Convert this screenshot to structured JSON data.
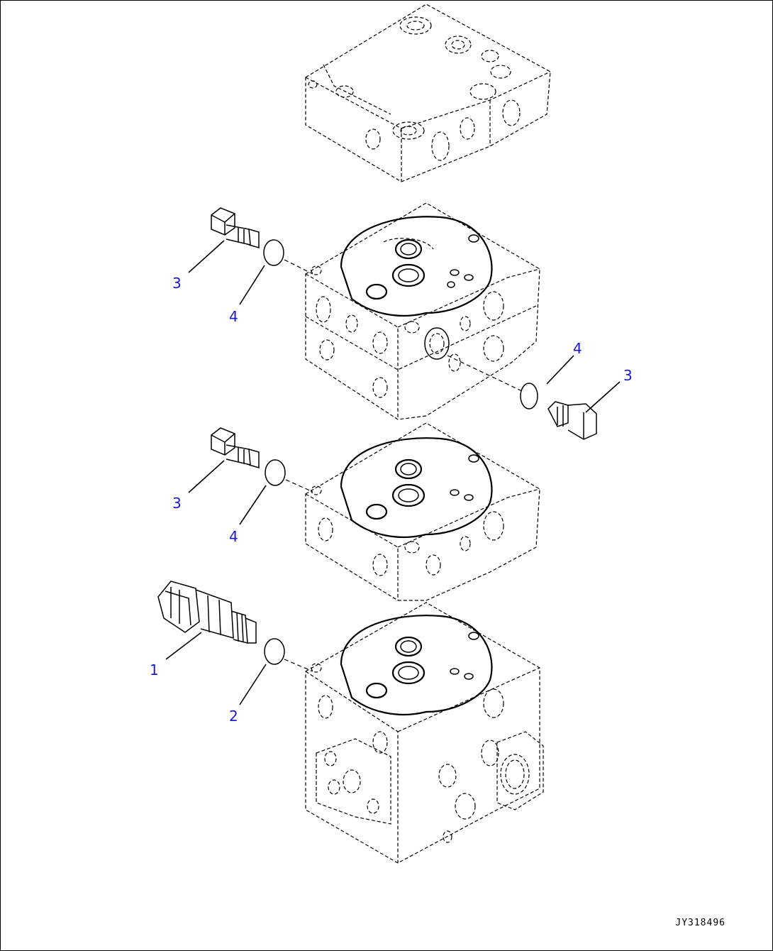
{
  "diagram": {
    "callouts": [
      {
        "id": "c1",
        "text": "3"
      },
      {
        "id": "c2",
        "text": "4"
      },
      {
        "id": "c3",
        "text": "4"
      },
      {
        "id": "c4",
        "text": "3"
      },
      {
        "id": "c5",
        "text": "3"
      },
      {
        "id": "c6",
        "text": "4"
      },
      {
        "id": "c7",
        "text": "1"
      },
      {
        "id": "c8",
        "text": "2"
      }
    ],
    "figure_code": "JY318496",
    "label_color": "#1a1acc"
  }
}
